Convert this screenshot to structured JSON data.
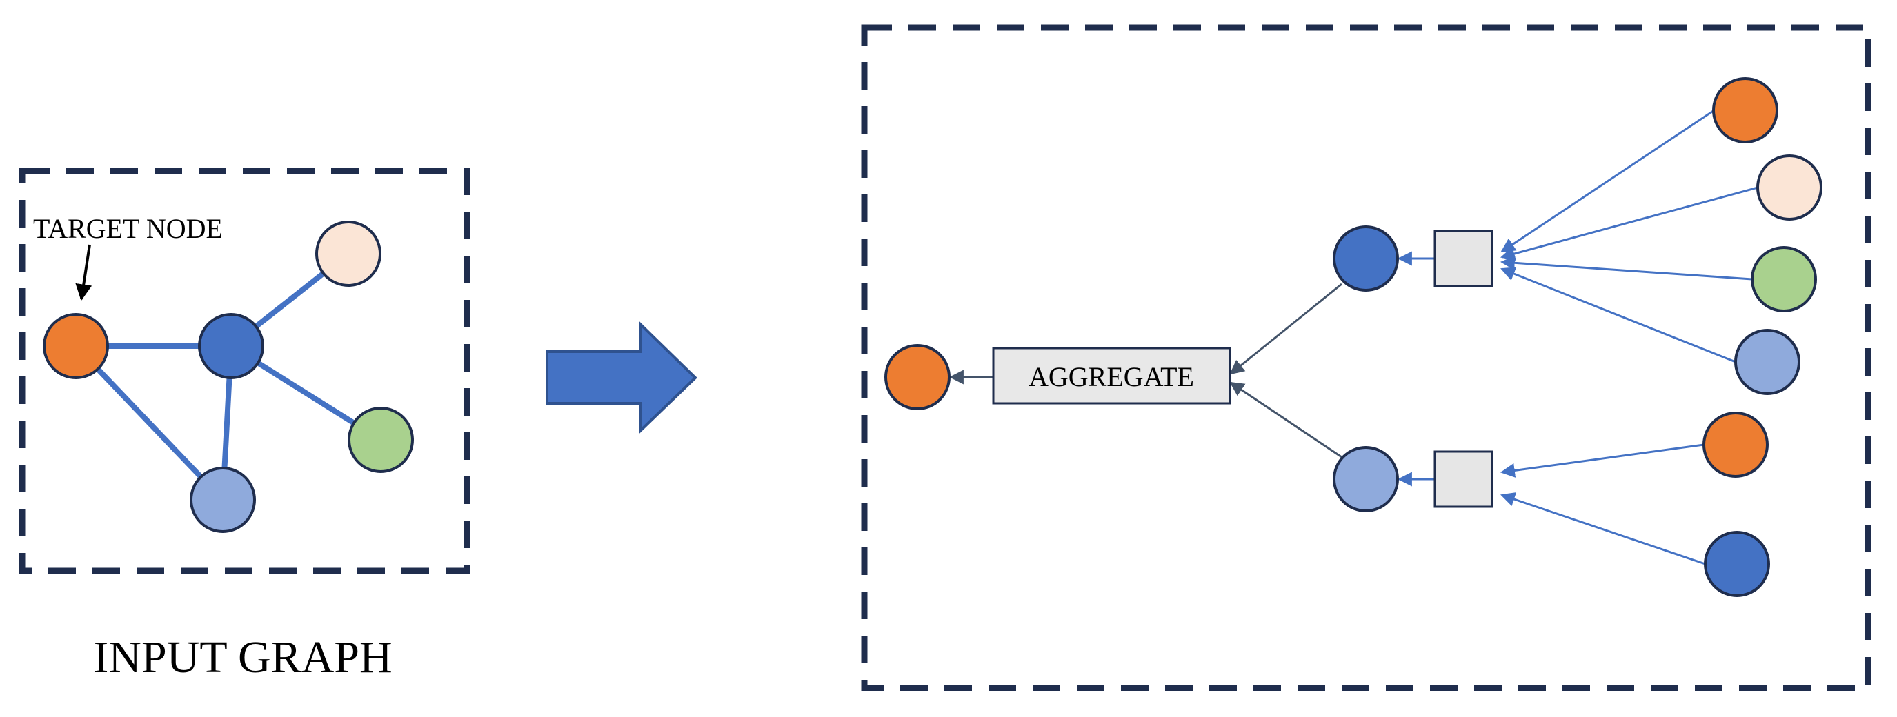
{
  "input_graph": {
    "target_label": "TARGET NODE",
    "caption": "INPUT GRAPH"
  },
  "aggregation": {
    "aggregate_label": "AGGREGATE"
  },
  "colors": {
    "orange": "#ED7D31",
    "peach": "#FBE5D6",
    "green": "#A9D18E",
    "light_blue": "#8FAADC",
    "blue": "#4472C4",
    "frame": "#1F2D4D",
    "square_fill": "#E6E6E6",
    "aggregate_fill": "#E8E8E8"
  }
}
